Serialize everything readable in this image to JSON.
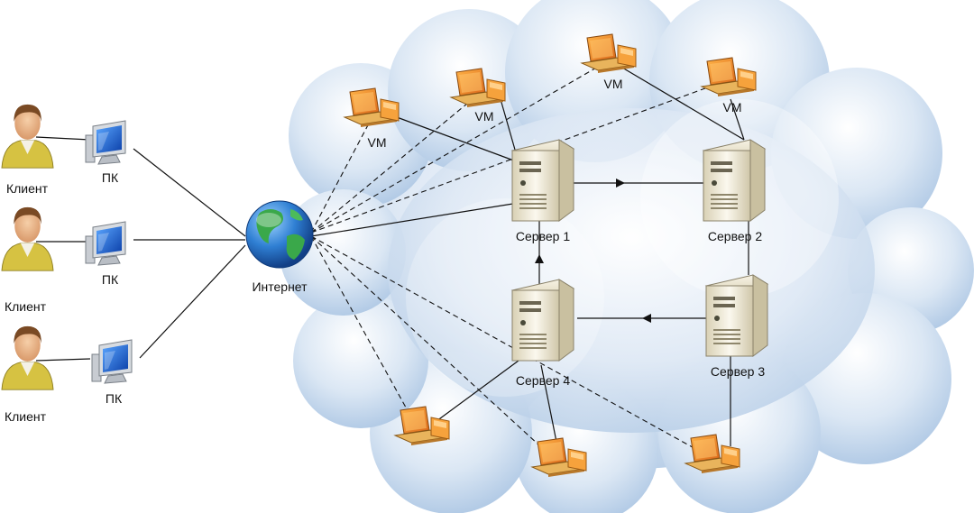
{
  "clients": [
    {
      "person_label": "Клиент",
      "pc_label": "ПК"
    },
    {
      "person_label": "Клиент",
      "pc_label": "ПК"
    },
    {
      "person_label": "Клиент",
      "pc_label": "ПК"
    }
  ],
  "internet": {
    "label": "Интернет"
  },
  "servers": [
    {
      "label": "Сервер 1"
    },
    {
      "label": "Сервер 2"
    },
    {
      "label": "Сервер 3"
    },
    {
      "label": "Сервер 4"
    }
  ],
  "vms": [
    {
      "label": "VM"
    },
    {
      "label": "VM"
    },
    {
      "label": "VM"
    },
    {
      "label": "VM"
    },
    {
      "label": ""
    },
    {
      "label": ""
    },
    {
      "label": ""
    }
  ],
  "colors": {
    "cloud_fill": "#c5d9ec",
    "cloud_edge": "#9fbbd8",
    "server_body": "#efe9d4",
    "laptop_orange": "#f39a2e",
    "globe_blue": "#2f7fd3",
    "person_shirt": "#d8c64a",
    "connection_line": "#111111"
  }
}
